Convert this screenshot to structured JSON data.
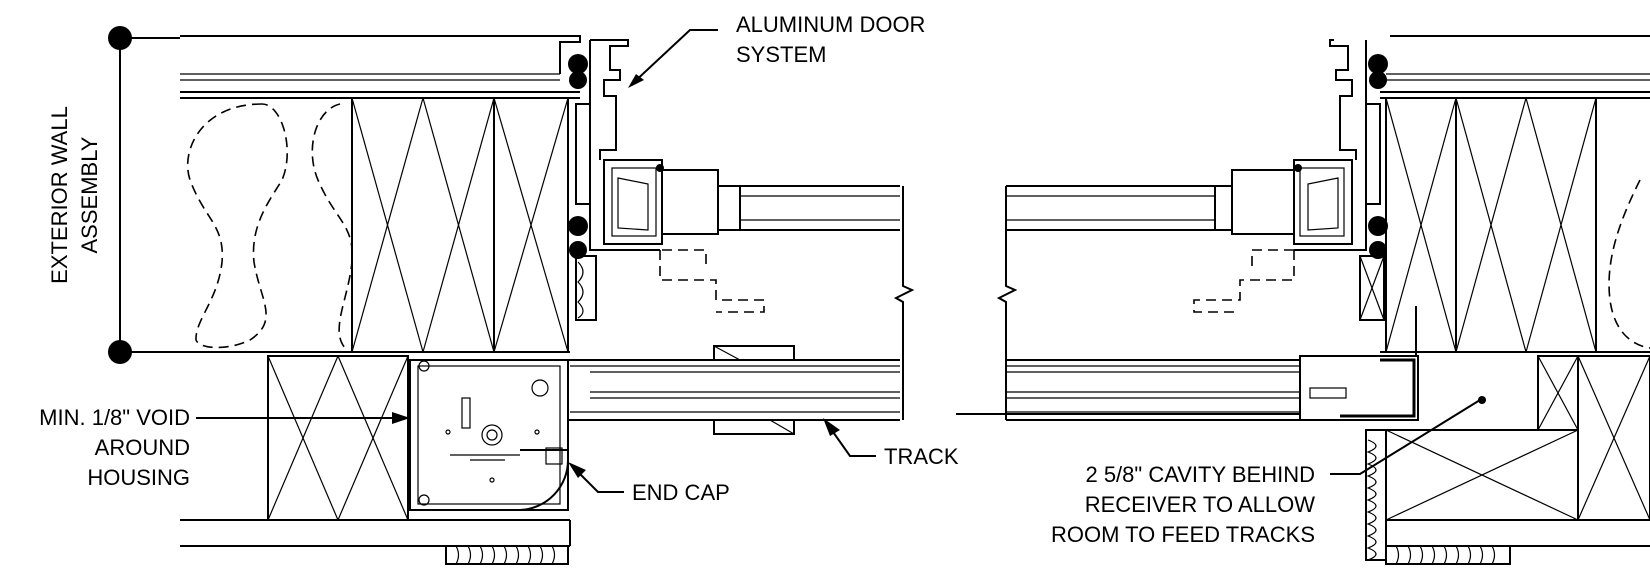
{
  "labels": {
    "aluminum_door_system": [
      "ALUMINUM DOOR",
      "SYSTEM"
    ],
    "exterior_wall_assembly": [
      "EXTERIOR WALL",
      "ASSEMBLY"
    ],
    "min_void": [
      "MIN. 1/8\" VOID",
      "AROUND",
      "HOUSING"
    ],
    "end_cap": "END CAP",
    "track": "TRACK",
    "cavity": [
      "2 5/8\" CAVITY BEHIND",
      "RECEIVER TO ALLOW",
      "ROOM TO FEED TRACKS"
    ]
  }
}
